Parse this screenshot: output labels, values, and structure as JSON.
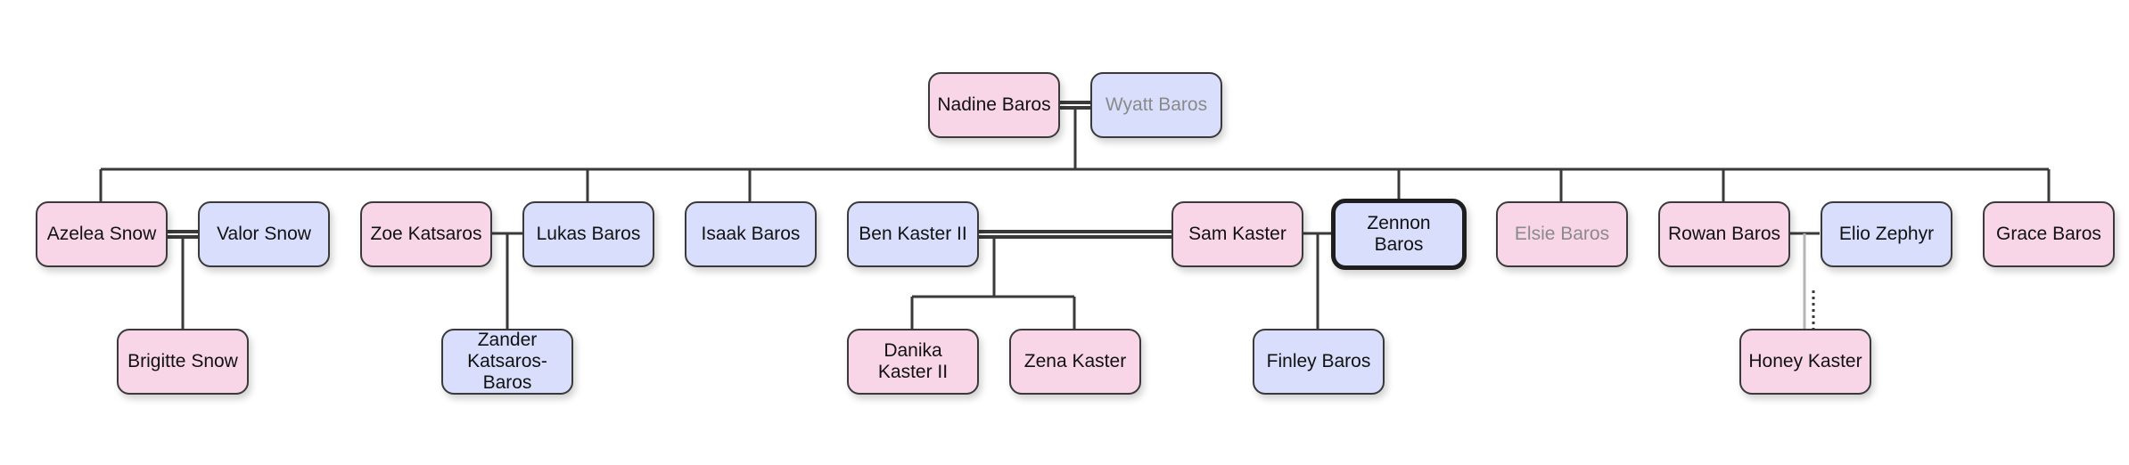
{
  "people": {
    "nadine_baros": {
      "name": "Nadine Baros",
      "gender": "female"
    },
    "wyatt_baros": {
      "name": "Wyatt Baros",
      "gender": "male",
      "faded": true
    },
    "azelea_snow": {
      "name": "Azelea Snow",
      "gender": "female"
    },
    "valor_snow": {
      "name": "Valor Snow",
      "gender": "male"
    },
    "zoe_katsaros": {
      "name": "Zoe Katsaros",
      "gender": "female"
    },
    "lukas_baros": {
      "name": "Lukas Baros",
      "gender": "male"
    },
    "isaak_baros": {
      "name": "Isaak Baros",
      "gender": "male"
    },
    "ben_kaster_ii": {
      "name": "Ben Kaster II",
      "gender": "male"
    },
    "sam_kaster": {
      "name": "Sam Kaster",
      "gender": "female"
    },
    "zennon_baros": {
      "name": "Zennon Baros",
      "gender": "male",
      "selected": true
    },
    "elsie_baros": {
      "name": "Elsie Baros",
      "gender": "female",
      "faded": true
    },
    "rowan_baros": {
      "name": "Rowan Baros",
      "gender": "female"
    },
    "elio_zephyr": {
      "name": "Elio Zephyr",
      "gender": "male"
    },
    "grace_baros": {
      "name": "Grace Baros",
      "gender": "female"
    },
    "brigitte_snow": {
      "name": "Brigitte Snow",
      "gender": "female"
    },
    "zander_katsaros_baros": {
      "name": "Zander Katsaros-Baros",
      "gender": "male"
    },
    "danika_kaster_ii": {
      "name": "Danika Kaster II",
      "gender": "female"
    },
    "zena_kaster": {
      "name": "Zena Kaster",
      "gender": "female"
    },
    "finley_baros": {
      "name": "Finley Baros",
      "gender": "male"
    },
    "honey_kaster": {
      "name": "Honey Kaster",
      "gender": "female"
    }
  },
  "colors": {
    "female_fill": "#f8d6e8",
    "male_fill": "#d8defb",
    "line": "#3a3a3a",
    "faded_text": "#8a8a8a"
  }
}
